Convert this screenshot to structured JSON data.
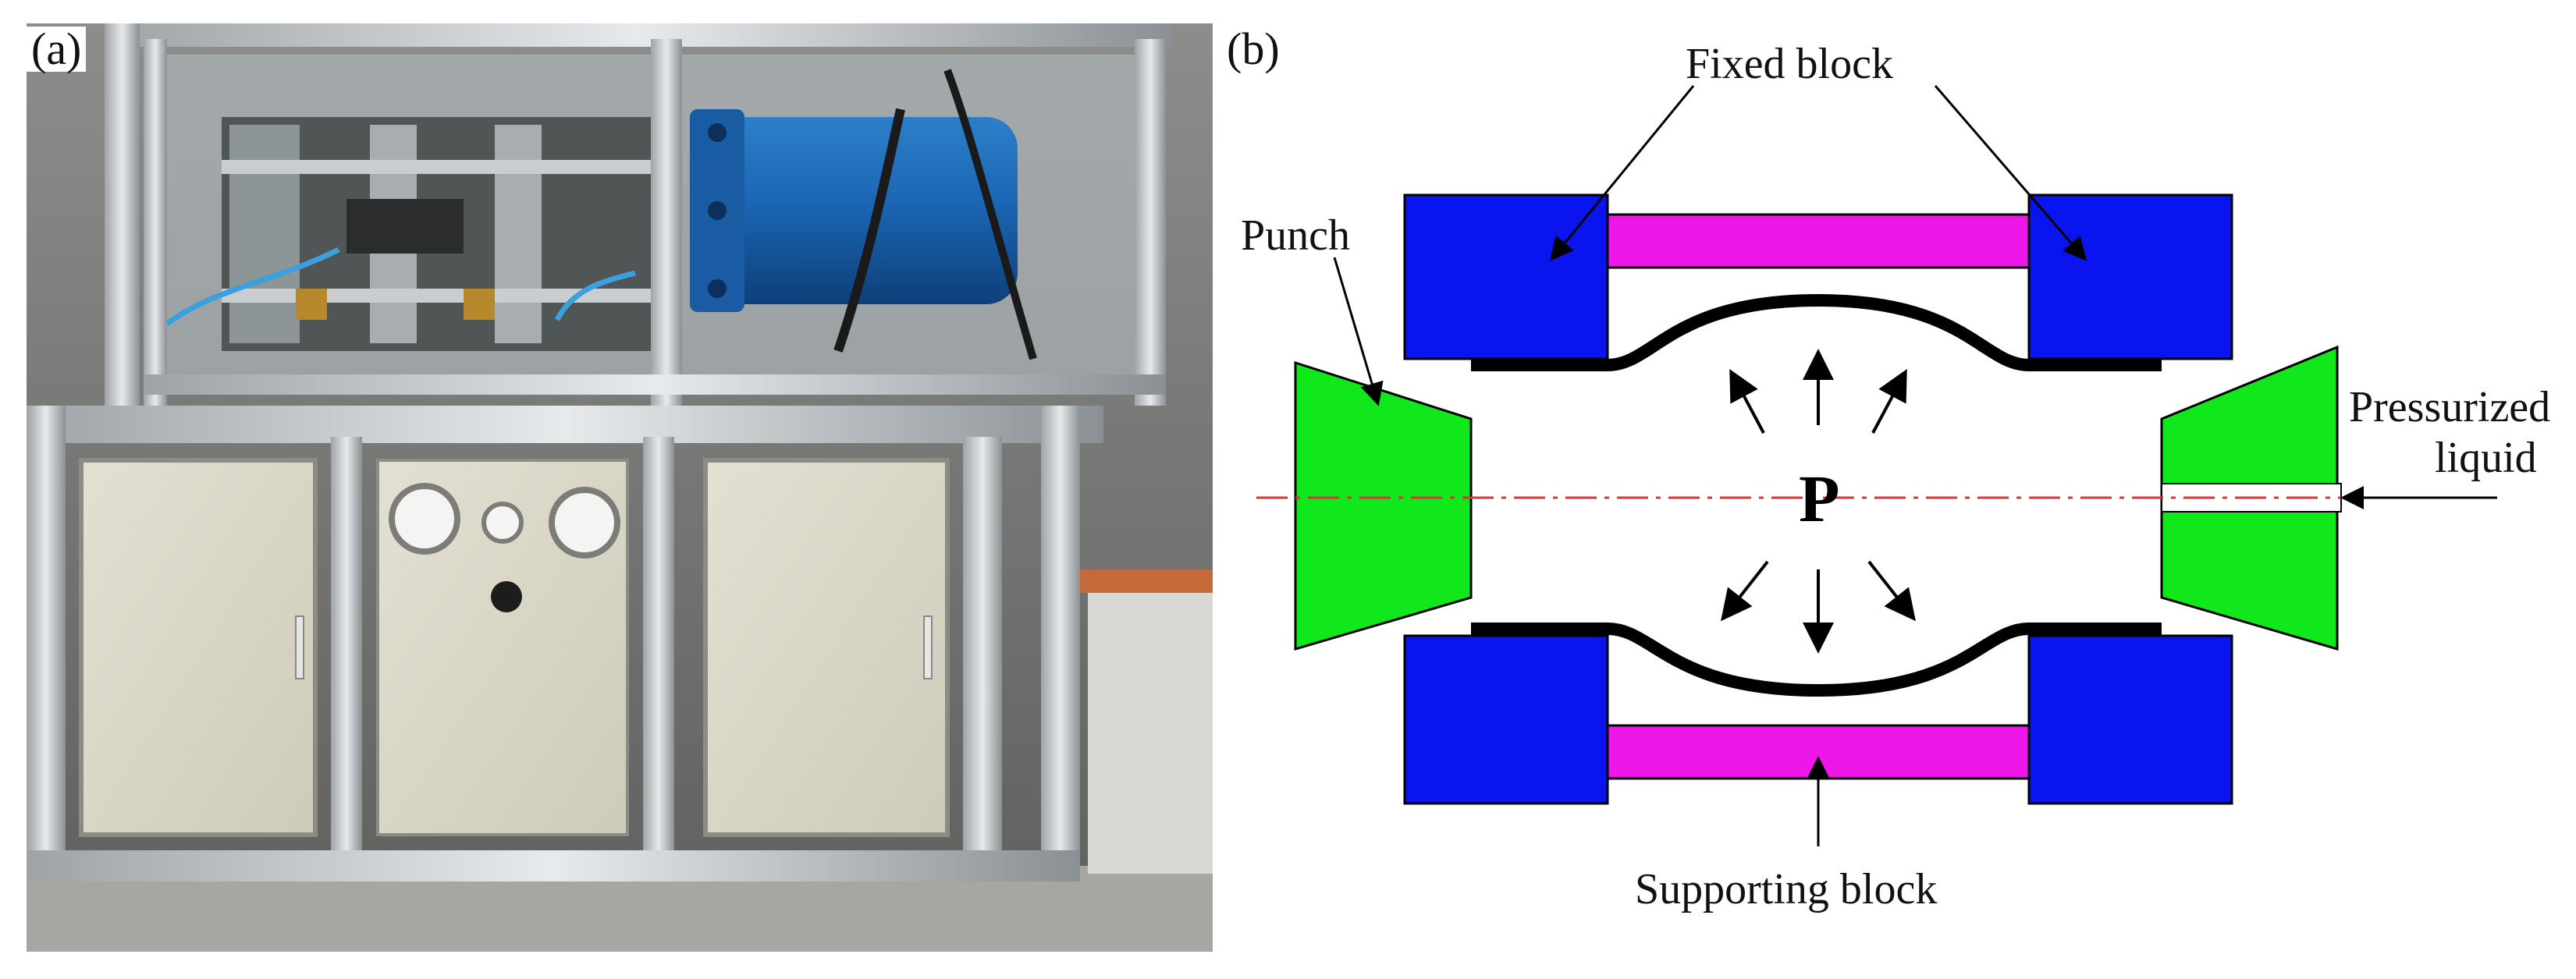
{
  "panels": {
    "a": {
      "label": "(a)"
    },
    "b": {
      "label": "(b)"
    }
  },
  "labels": {
    "fixed_block": "Fixed block",
    "punch": "Punch",
    "pressurized_liquid_line1": "Pressurized",
    "pressurized_liquid_line2": "liquid",
    "pressure": "P",
    "supporting_block": "Supporting block"
  },
  "colors": {
    "fixed_block": "#0a14ee",
    "supporting_block": "#ee16e8",
    "punch": "#11e81b",
    "tube_wall": "#000000",
    "center_line": "#d23a3a"
  }
}
